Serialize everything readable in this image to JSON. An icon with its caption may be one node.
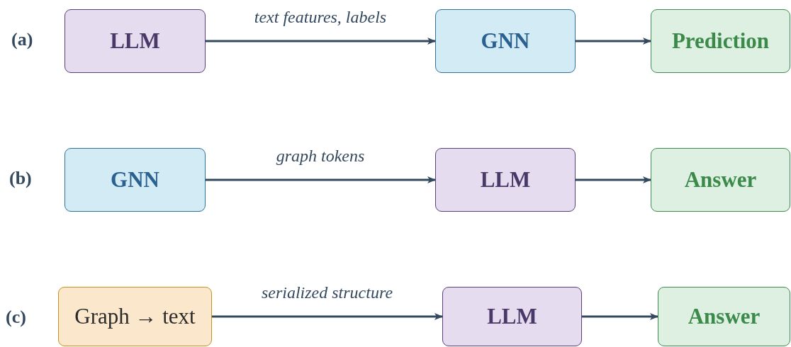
{
  "diagram": {
    "nodes": [
      {
        "text": [
          "LLM"
        ]
      },
      {
        "text": [
          "GNN"
        ]
      },
      {
        "text": [
          "Prediction"
        ]
      },
      {
        "text": [
          "GNN"
        ]
      },
      {
        "text": [
          "LLM"
        ]
      },
      {
        "text": [
          "Answer"
        ]
      },
      {
        "text": [
          "Graph → text"
        ]
      },
      {
        "text": [
          "LLM"
        ]
      },
      {
        "text": [
          "Answer"
        ]
      }
    ],
    "edges": [
      {
        "from": 0,
        "to": 1,
        "arrow": "to",
        "label": "text features, labels"
      },
      {
        "from": 1,
        "to": 2,
        "arrow": "to"
      },
      {
        "from": 3,
        "to": 4,
        "arrow": "to",
        "label": "graph tokens"
      },
      {
        "from": 4,
        "to": 5,
        "arrow": "to"
      },
      {
        "from": 6,
        "to": 7,
        "arrow": "to",
        "label": "serialized structure"
      },
      {
        "from": 7,
        "to": 8,
        "arrow": "to"
      }
    ],
    "labels": [
      "(a)",
      "(b)",
      "(c)"
    ]
  }
}
